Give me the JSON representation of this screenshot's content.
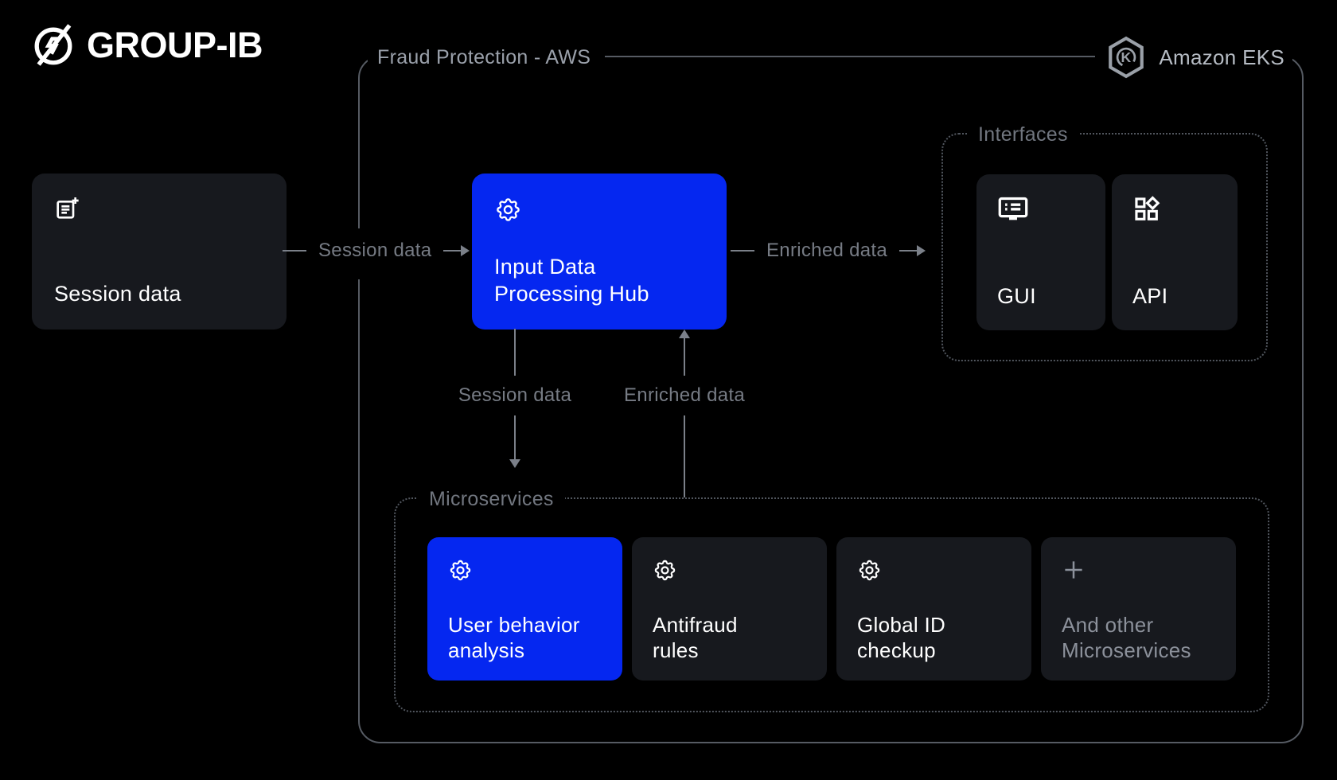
{
  "brand": {
    "name": "GROUP-IB",
    "mark": "group-ib-circle-slash-logo"
  },
  "frame": {
    "title": "Fraud Protection - AWS",
    "platform": {
      "label": "Amazon EKS",
      "icon": "eks-hexagon-k-icon"
    }
  },
  "session_card": {
    "title": "Session data",
    "icon": "note-add-icon"
  },
  "hub_card": {
    "title": "Input Data\nProcessing Hub",
    "icon": "gear-icon"
  },
  "interfaces": {
    "label": "Interfaces",
    "items": [
      {
        "title": "GUI",
        "icon": "monitor-list-icon"
      },
      {
        "title": "API",
        "icon": "category-squares-icon"
      }
    ]
  },
  "microservices": {
    "label": "Microservices",
    "items": [
      {
        "title": "User behavior\nanalysis",
        "icon": "gear-icon",
        "variant": "accent"
      },
      {
        "title": "Antifraud\nrules",
        "icon": "gear-icon",
        "variant": "dark"
      },
      {
        "title": "Global ID\ncheckup",
        "icon": "gear-icon",
        "variant": "dark"
      },
      {
        "title": "And other\nMicroservices",
        "icon": "plus-icon",
        "variant": "muted"
      }
    ]
  },
  "flows": {
    "session_in": {
      "label": "Session data",
      "direction": "right"
    },
    "enriched_out": {
      "label": "Enriched data",
      "direction": "right"
    },
    "session_down": {
      "label": "Session data",
      "direction": "down"
    },
    "enriched_up": {
      "label": "Enriched data",
      "direction": "up"
    }
  },
  "colors": {
    "background": "#000000",
    "accent_blue": "#0527F0",
    "card_bg": "#17191E",
    "white_text": "#FFFFFF",
    "muted_text": "#767B84",
    "light_text": "#B6BCC4",
    "line": "#7B8089",
    "border": "#565B63"
  }
}
